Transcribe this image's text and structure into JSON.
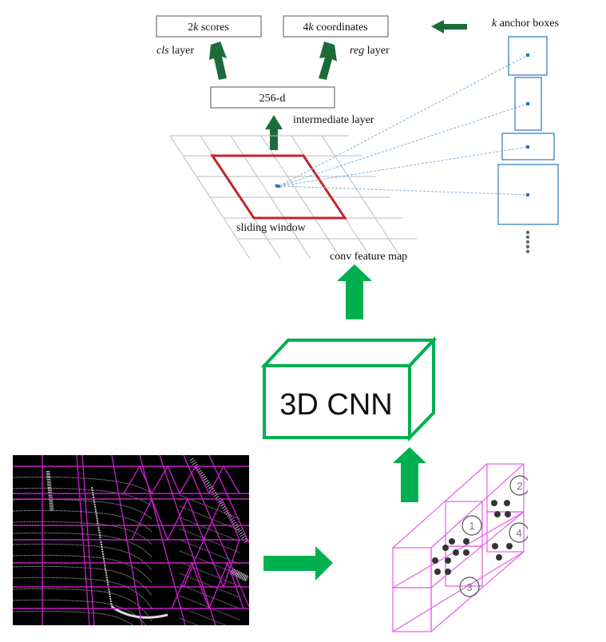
{
  "rpn": {
    "cls_box_label_num": "2",
    "cls_box_label_k": "k",
    "cls_box_label_rest": " scores",
    "reg_box_label_num": "4",
    "reg_box_label_k": "k",
    "reg_box_label_rest": " coordinates",
    "cls_layer_italic": "cls",
    "cls_layer_rest": " layer",
    "reg_layer_italic": "reg",
    "reg_layer_rest": " layer",
    "intermediate_box_label": "256-d",
    "intermediate_label": "intermediate layer",
    "sliding_window_label": "sliding window",
    "feature_map_label": "conv feature map",
    "anchor_k": "k",
    "anchor_label_rest": " anchor boxes"
  },
  "cnn": {
    "label": "3D CNN"
  },
  "voxel": {
    "circle_labels": [
      "1",
      "2",
      "3",
      "4"
    ]
  },
  "colors": {
    "dark_green": "#1e6b3a",
    "bright_green": "#00b050",
    "red": "#c0262d",
    "anchor_blue": "#3b82c4",
    "magenta": "#e75ce7",
    "lidar_grid": "#c21fc6"
  }
}
